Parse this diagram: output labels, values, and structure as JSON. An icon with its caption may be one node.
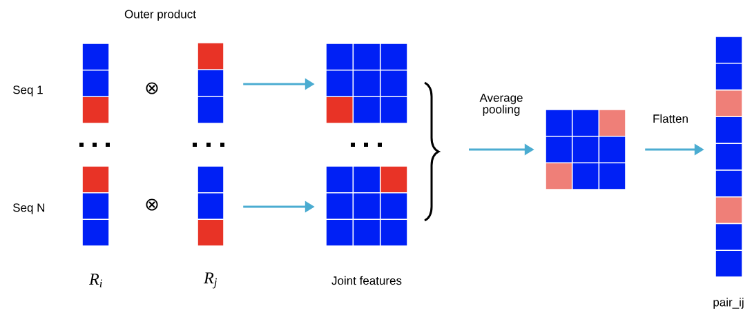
{
  "diagram": {
    "nodes": [
      {
        "text": [],
        "shape": "bar",
        "beside": [
          "Seq 1"
        ]
      },
      {
        "text": [],
        "shape": "bar"
      },
      {
        "text": [],
        "shape": "grid"
      },
      {
        "text": [],
        "shape": "bar",
        "beside": [
          "Seq N",
          "R$_{i}$"
        ]
      },
      {
        "text": [],
        "shape": "bar",
        "beside": [
          "R$_{j}$"
        ]
      },
      {
        "text": [],
        "shape": "grid",
        "beside": [
          "Joint features"
        ]
      },
      {
        "text": [],
        "shape": "grid"
      },
      {
        "text": [],
        "shape": "bar",
        "beside": [
          "pair_ij"
        ]
      }
    ],
    "edges": [
      {
        "from": 1,
        "to": 2,
        "arrow": "to"
      },
      {
        "from": 4,
        "to": 5,
        "arrow": "to"
      },
      {
        "from": null,
        "to": 6,
        "arrow": "to",
        "label": "Average pooling"
      },
      {
        "from": 6,
        "to": 7,
        "arrow": "to",
        "label": "Flatten"
      }
    ],
    "labels": [
      "Outer product",
      "⊗",
      "⊗"
    ]
  }
}
